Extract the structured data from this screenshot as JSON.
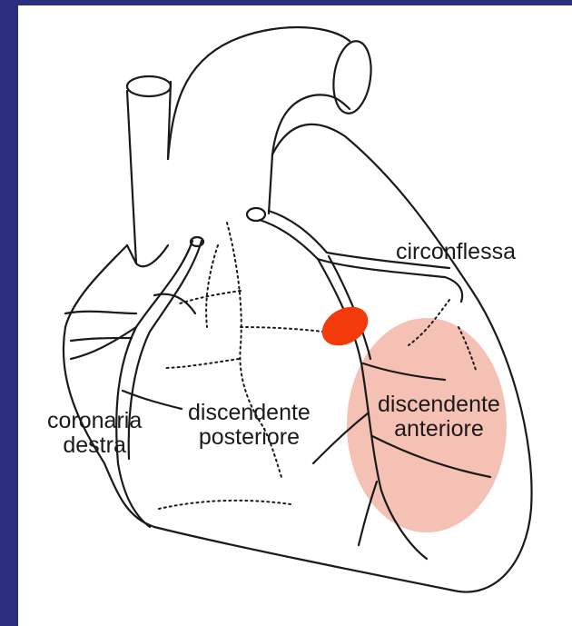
{
  "labels": {
    "circumflex": "circonflessa",
    "right_coronary": [
      "coronaria",
      "destra"
    ],
    "posterior_descending": [
      "discendente",
      "posteriore"
    ],
    "anterior_descending": [
      "discendente",
      "anteriore"
    ]
  },
  "colors": {
    "background": "#2b2f7e",
    "panel": "#ffffff",
    "outline": "#1a1a1a",
    "highlight_zone": "#f2b2a3",
    "occlusion_marker": "#f23a0a"
  }
}
